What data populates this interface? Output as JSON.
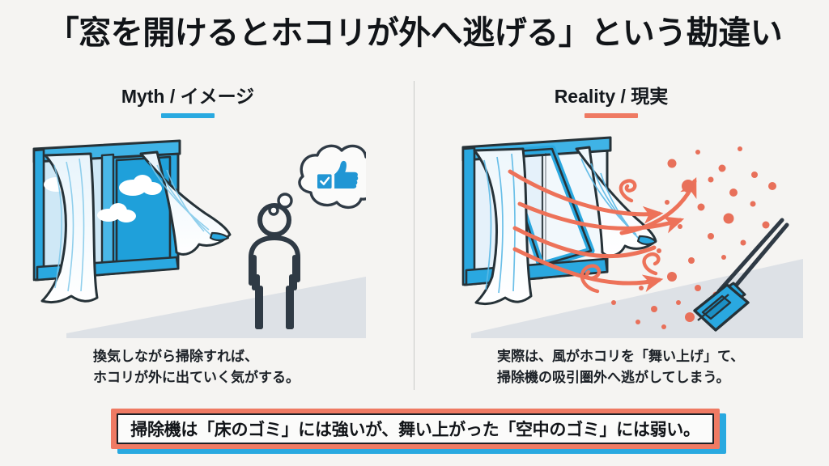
{
  "slide": {
    "background_color": "#f5f4f2",
    "title": "「窓を開けるとホコリが外へ逃げる」という勘違い"
  },
  "columns": {
    "myth": {
      "heading": "Myth / イメージ",
      "accent_color": "#29a9e0",
      "caption": "換気しながら掃除すれば、\nホコリが外に出ていく気がする。",
      "illustration": {
        "name": "open-window-with-person-thinking",
        "window_frame_color": "#29a9e0",
        "sky_color": "#2aa8e0",
        "cloud_color": "#ffffff",
        "curtain_color": "#f7fbfd",
        "outline_color": "#263238",
        "floor_color": "#dde1e6",
        "thought_bubble_icon": "thumbs-up-with-checkbox",
        "thought_icon_color": "#2196d4"
      }
    },
    "reality": {
      "heading": "Reality / 現実",
      "accent_color": "#ef7a63",
      "caption": "実際は、風がホコリを「舞い上げ」て、\n掃除機の吸引圏外へ逃がしてしまう。",
      "illustration": {
        "name": "open-window-with-airflow-dust-and-vacuum",
        "window_frame_color": "#29a9e0",
        "curtain_color": "#f7fbfd",
        "outline_color": "#263238",
        "airflow_arrow_color": "#ed7259",
        "dust_particle_color": "#e8705a",
        "vacuum_color": "#29a9e0",
        "floor_color": "#dde1e6"
      }
    }
  },
  "banner": {
    "text": "掃除機は「床のゴミ」には強いが、舞い上がった「空中のゴミ」には弱い。",
    "border_color": "#ef7a63",
    "shadow_color": "#29a9e0",
    "fill_color": "#fbfbfa",
    "outline_color": "#1b2026"
  }
}
